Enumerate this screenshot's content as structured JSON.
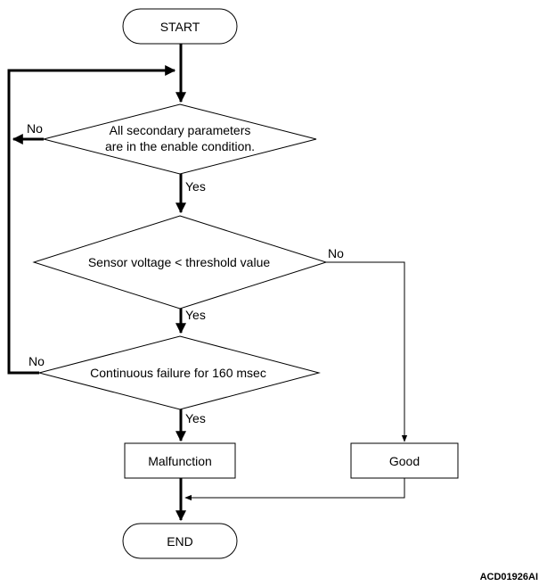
{
  "flowchart": {
    "start": "START",
    "end": "END",
    "decision1": {
      "line1": "All secondary parameters",
      "line2": "are in the enable condition."
    },
    "decision2": "Sensor voltage < threshold value",
    "decision3": "Continuous failure for 160 msec",
    "malfunction": "Malfunction",
    "good": "Good",
    "labels": {
      "d1_no": "No",
      "d1_yes": "Yes",
      "d2_no": "No",
      "d2_yes": "Yes",
      "d3_no": "No",
      "d3_yes": "Yes"
    },
    "figure_code": "ACD01926AI"
  }
}
